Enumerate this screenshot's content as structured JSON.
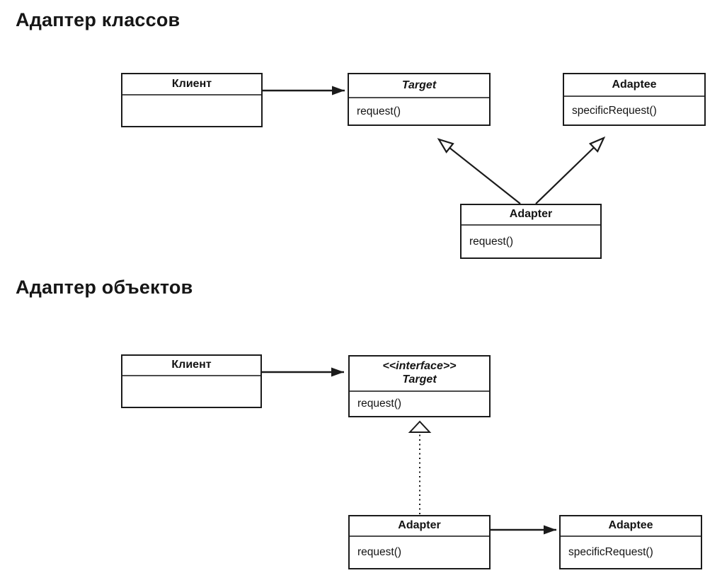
{
  "colors": {
    "background": "#ffffff",
    "ink": "#1a1a1a"
  },
  "sections": [
    {
      "title": "Адаптер классов",
      "classes": {
        "client": {
          "name": "Клиент",
          "methods": []
        },
        "target": {
          "name": "Target",
          "methods": [
            "request()"
          ]
        },
        "adaptee": {
          "name": "Adaptee",
          "methods": [
            "specificRequest()"
          ]
        },
        "adapter": {
          "name": "Adapter",
          "methods": [
            "request()"
          ]
        }
      },
      "relations": [
        {
          "type": "association",
          "from": "Клиент",
          "to": "Target"
        },
        {
          "type": "generalization",
          "from": "Adapter",
          "to": "Target"
        },
        {
          "type": "generalization",
          "from": "Adapter",
          "to": "Adaptee"
        }
      ]
    },
    {
      "title": "Адаптер объектов",
      "classes": {
        "client": {
          "name": "Клиент",
          "methods": []
        },
        "target": {
          "stereotype": "<<interface>>",
          "name": "Target",
          "methods": [
            "request()"
          ]
        },
        "adapter": {
          "name": "Adapter",
          "methods": [
            "request()"
          ]
        },
        "adaptee": {
          "name": "Adaptee",
          "methods": [
            "specificRequest()"
          ]
        }
      },
      "relations": [
        {
          "type": "association",
          "from": "Клиент",
          "to": "Target"
        },
        {
          "type": "realization",
          "from": "Adapter",
          "to": "Target"
        },
        {
          "type": "association",
          "from": "Adapter",
          "to": "Adaptee"
        }
      ]
    }
  ]
}
